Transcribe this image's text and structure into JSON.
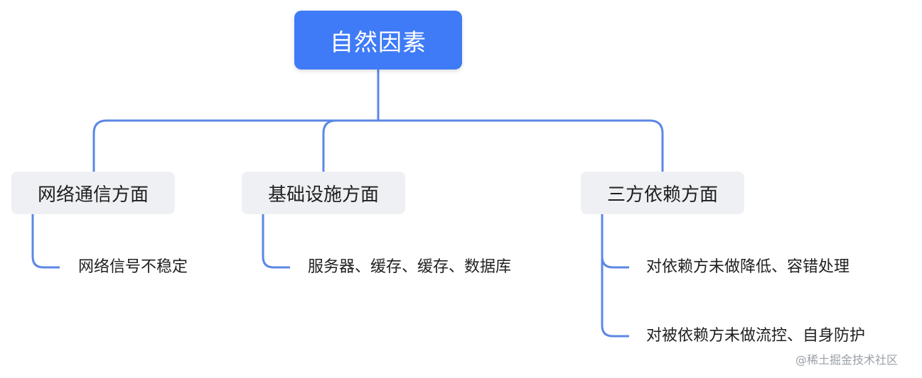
{
  "root": {
    "label": "自然因素"
  },
  "branches": [
    {
      "label": "网络通信方面",
      "leaves": [
        "网络信号不稳定"
      ]
    },
    {
      "label": "基础设施方面",
      "leaves": [
        "服务器、缓存、缓存、数据库"
      ]
    },
    {
      "label": "三方依赖方面",
      "leaves": [
        "对依赖方未做降低、容错处理",
        "对被依赖方未做流控、自身防护"
      ]
    }
  ],
  "watermark": "@稀土掘金技术社区",
  "colors": {
    "root_fill": "#3f7bf6",
    "connector": "#5b87e6",
    "branch_fill": "#eef0f3"
  }
}
